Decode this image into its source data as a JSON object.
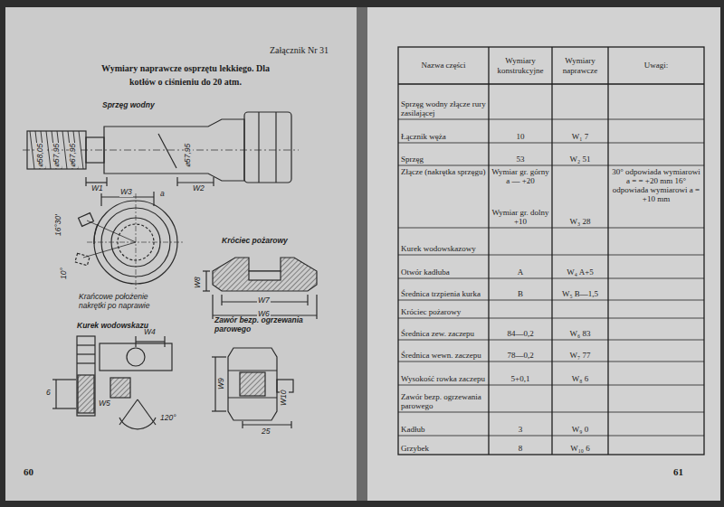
{
  "diagram": {
    "title": "Wymiary naprawcze osprzętu lekkiego. Dla kotłów o ciśnieniu do 20 atm.",
    "labels": [
      "Załącznik Nr 31",
      "60",
      "61",
      "Sprzęg wodny",
      "⌀58,05",
      "⌀57,95",
      "⌀67,95",
      "⌀57,95",
      "W1",
      "W2",
      "W3",
      "a",
      "16°30'",
      "10°",
      "Krańcowe położenie nakrętki po naprawie",
      "Króciec pożarowy",
      "W8",
      "W7",
      "W6",
      "Kurek wodowskazu",
      "W4",
      "W5",
      "6",
      "120°",
      "Zawór bezp. ogrzewania parowego",
      "W9",
      "W10",
      "25",
      "Nazwa części",
      "Wymiary konstrukcyjne",
      "Wymiary naprawcze",
      "Uwagi:",
      "Sprzęg wodny złącze rury zasilającej",
      "Łącznik węża",
      "10",
      "W₁ 7",
      "Sprzęg",
      "53",
      "W₂ 51",
      "Złącze (nakrętka sprzęgu)",
      "Wymiar gr. górny a — +20",
      "Wymiar gr. dolny +10",
      "W₃ 28",
      "30° odpowiada wymiarowi a = = +20 mm 16° odpowiada wymiarowi a = +10 mm",
      "Kurek wodowskazowy",
      "Otwór kadłuba",
      "A",
      "W₄ A+5",
      "Średnica trzpienia kurka",
      "B",
      "W₅ B—1,5",
      "Króciec pożarowy",
      "Średnica zew. zaczepu",
      "84—0,2",
      "W₆ 83",
      "Średnica wewn. zaczepu",
      "78—0,2",
      "W₇ 77",
      "Wysokość rowka zaczepu",
      "5+0,1",
      "W₈ 6",
      "Zawór bezp. ogrzewania parowego",
      "Kadłub",
      "3",
      "W₉ 0",
      "Grzybek",
      "8",
      "W₁₀ 6"
    ]
  }
}
